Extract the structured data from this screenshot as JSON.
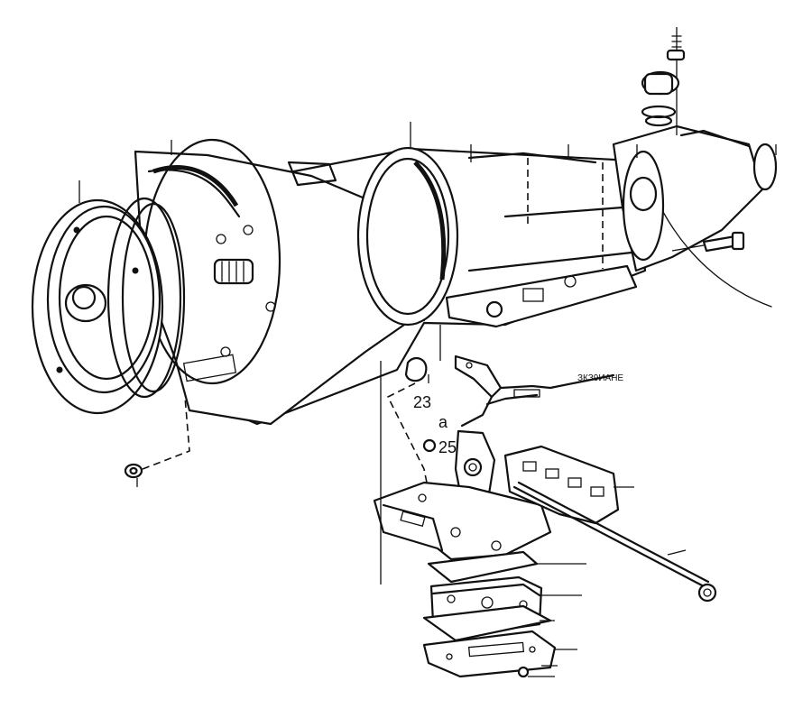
{
  "callouts": {
    "c23": "23",
    "c25": "25",
    "c_a": "a"
  },
  "cable_text": "ЗКЗ9ИАНЕ"
}
